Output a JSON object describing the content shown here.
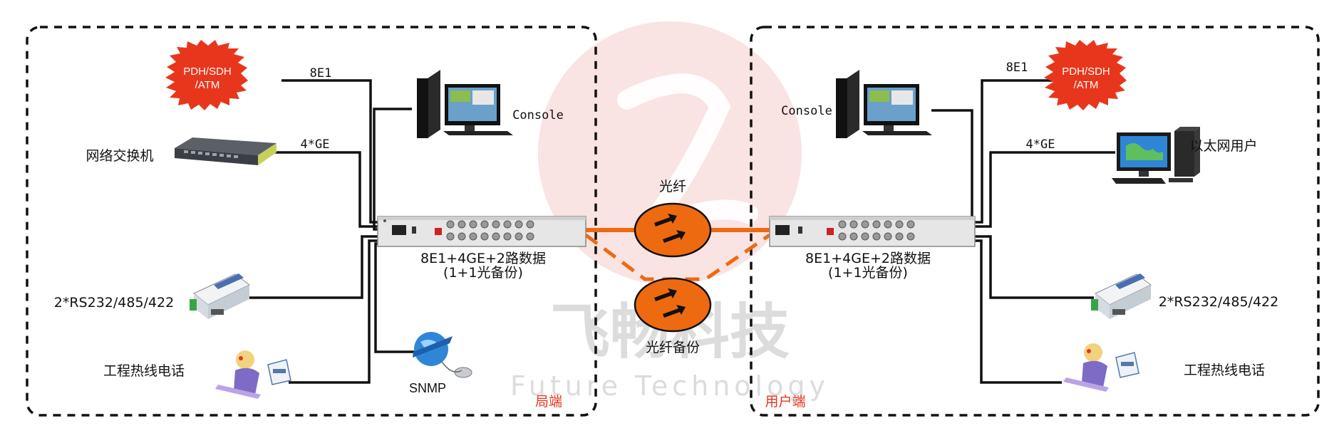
{
  "watermark": {
    "text_cn": "飞畅科技",
    "text_en": "Future Technology"
  },
  "left_panel": {
    "pdh_burst": [
      "PDH/SDH",
      "/ATM"
    ],
    "e1_label": "8E1",
    "ge_label": "4*GE",
    "switch_label": "网络交换机",
    "console_label": "Console",
    "rs232_label": "2*RS232/485/422",
    "phone_label": "工程热线电话",
    "snmp_label": "SNMP",
    "device_line1": "8E1+4GE+2路数据",
    "device_line2": "(1+1光备份)",
    "end_label": "局端"
  },
  "right_panel": {
    "pdh_burst": [
      "PDH/SDH",
      "/ATM"
    ],
    "e1_label": "8E1",
    "ge_label": "4*GE",
    "console_label": "Console",
    "ethernet_user_label": "以太网用户",
    "rs232_label": "2*RS232/485/422",
    "phone_label": "工程热线电话",
    "device_line1": "8E1+4GE+2路数据",
    "device_line2": "(1+1光备份)",
    "end_label": "用户端"
  },
  "fiber": {
    "main_label": "光纤",
    "backup_label": "光纤备份",
    "color": "#ee6a10"
  }
}
